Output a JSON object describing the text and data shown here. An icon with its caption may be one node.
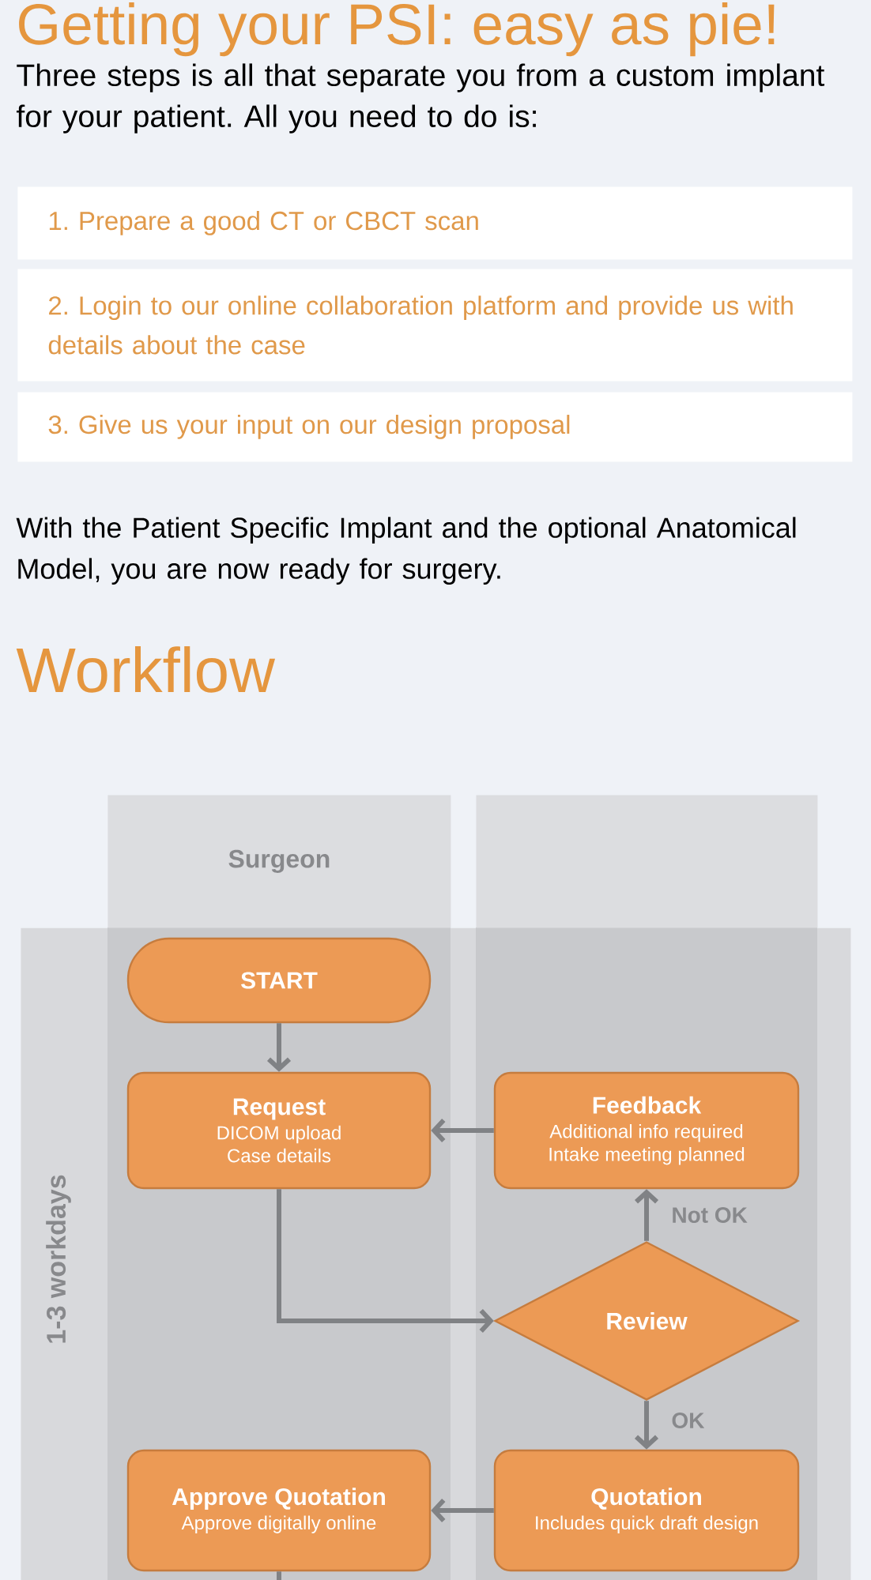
{
  "diagram": {
    "title": "Getting your PSI: easy as pie!",
    "nodes": [
      {
        "text": [
          "1. Prepare a good CT or CBCT scan"
        ]
      },
      {
        "text": [
          "2. Login to our online collaboration platform and provide us with details about the case"
        ]
      },
      {
        "text": [
          "3. Give us your input on our design proposal"
        ]
      },
      {
        "text": [
          "Surgeon"
        ]
      },
      {
        "text": [],
        "shape": "box"
      },
      {
        "text": [
          "1-3 workdays"
        ]
      },
      {
        "text": [
          "START"
        ],
        "in": 5
      },
      {
        "text": [
          "Request",
          "DICOM upload",
          "Case details"
        ],
        "in": 5
      },
      {
        "text": [
          "Feedback",
          "Additional info required",
          "Intake meeting planned"
        ],
        "in": 5
      },
      {
        "text": [
          "Review"
        ],
        "in": 5
      },
      {
        "text": [
          "Approve Quotation",
          "Approve digitally online"
        ],
        "in": 5
      },
      {
        "text": [
          "Quotation",
          "Includes quick draft design"
        ],
        "in": 5
      }
    ],
    "edges": [
      {
        "from": 6,
        "to": 7,
        "arrow": "to"
      },
      {
        "from": 8,
        "to": 7,
        "arrow": "to"
      },
      {
        "from": 7,
        "to": 9,
        "arrow": "to"
      },
      {
        "from": 9,
        "to": 8,
        "arrow": "to",
        "label": "Not OK"
      },
      {
        "from": 9,
        "to": 11,
        "arrow": "to",
        "label": "OK"
      },
      {
        "from": 11,
        "to": 10,
        "arrow": "to"
      },
      {
        "from": 10,
        "to": null,
        "arrow": "none"
      }
    ],
    "labels": [
      "Three steps is all that separate you from a custom implant for your patient. All you need to do is:",
      "With the Patient Specific Implant and the optional Anatomical Model, you are now ready for surgery.",
      "Workflow"
    ]
  }
}
